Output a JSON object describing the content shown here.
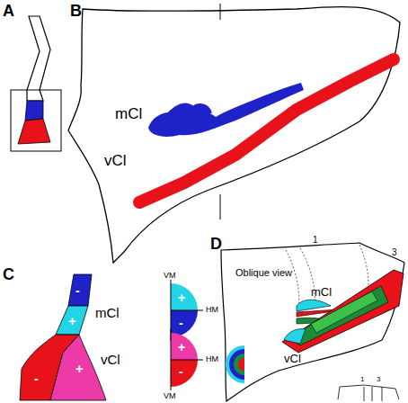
{
  "diagram": {
    "labels": [
      "A",
      "B",
      "mCl",
      "vCl",
      "C",
      "mCl",
      "vCl",
      "-",
      "+",
      "-",
      "+",
      "VM",
      "+",
      "HM",
      "-",
      "+",
      "HM",
      "-",
      "VM",
      "D",
      "Oblique view",
      "1",
      "3",
      "mCl",
      "vCl",
      "1",
      "3"
    ]
  }
}
